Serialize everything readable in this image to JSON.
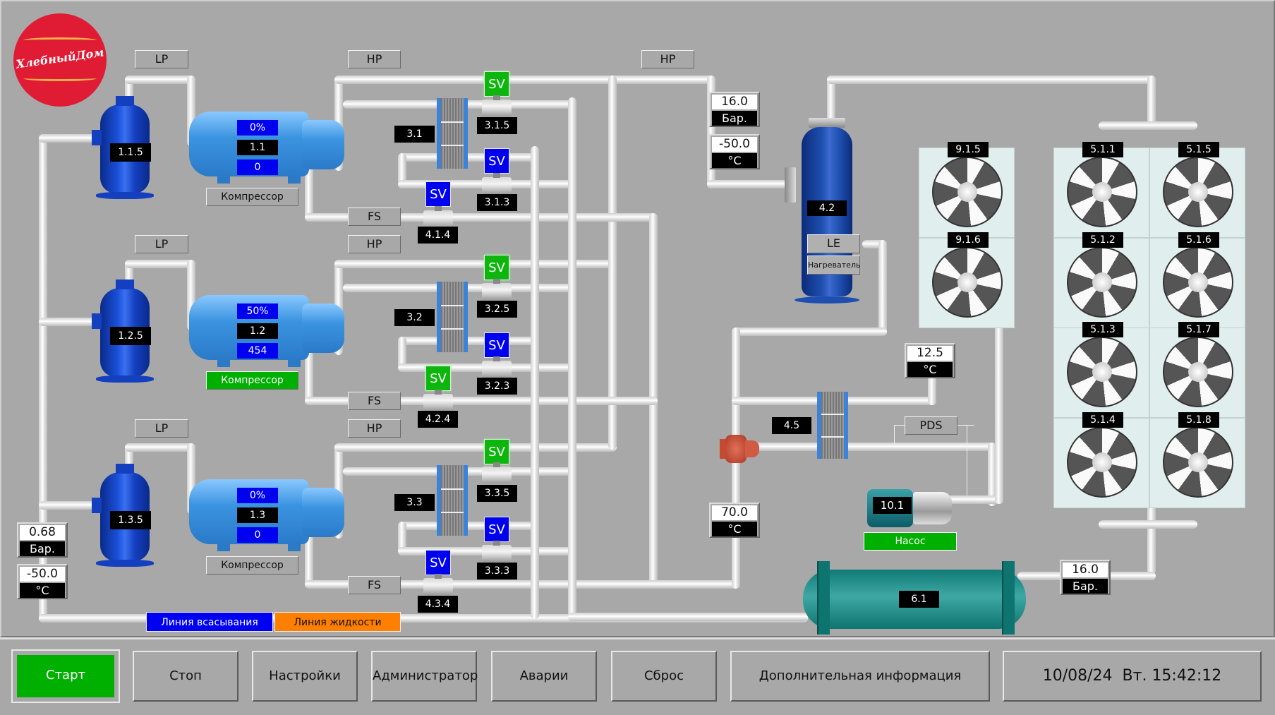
{
  "logo": {
    "text": "ХлебныйДом",
    "color": "#e01c34"
  },
  "colors": {
    "sv_on": "#0db60d",
    "sv_off": "#0000f0",
    "start": "#00b000",
    "suction_line": "#0000f0",
    "liquid_line": "#ff7f00"
  },
  "lines": {
    "lp": "LP",
    "hp": "HP",
    "fs": "FS",
    "pds": "PDS",
    "le": "LE"
  },
  "compressors": [
    {
      "separator": "1.1.5",
      "load": "0%",
      "id": "1.1",
      "value": "0",
      "label": "Компрессор",
      "running": false
    },
    {
      "separator": "1.2.5",
      "load": "50%",
      "id": "1.2",
      "value": "454",
      "label": "Компрессор",
      "running": true
    },
    {
      "separator": "1.3.5",
      "load": "0%",
      "id": "1.3",
      "value": "0",
      "label": "Компрессор",
      "running": false
    }
  ],
  "exchangers": [
    {
      "id": "3.1",
      "sv_top": {
        "label": "SV",
        "state": "on",
        "tag": "3.1.5"
      },
      "sv_mid": {
        "label": "SV",
        "state": "off",
        "tag": "3.1.3"
      },
      "sv_fs": {
        "label": "SV",
        "state": "off",
        "tag": "4.1.4"
      }
    },
    {
      "id": "3.2",
      "sv_top": {
        "label": "SV",
        "state": "on",
        "tag": "3.2.5"
      },
      "sv_mid": {
        "label": "SV",
        "state": "off",
        "tag": "3.2.3"
      },
      "sv_fs": {
        "label": "SV",
        "state": "on",
        "tag": "4.2.4"
      }
    },
    {
      "id": "3.3",
      "sv_top": {
        "label": "SV",
        "state": "on",
        "tag": "3.3.5"
      },
      "sv_mid": {
        "label": "SV",
        "state": "off",
        "tag": "3.3.3"
      },
      "sv_fs": {
        "label": "SV",
        "state": "off",
        "tag": "4.3.4"
      }
    }
  ],
  "meters": {
    "suction_pressure": {
      "value": "0.68",
      "unit": "Бар."
    },
    "suction_temp": {
      "value": "-50.0",
      "unit": "°C"
    },
    "receiver_pressure": {
      "value": "16.0",
      "unit": "Бар."
    },
    "receiver_temp": {
      "value": "-50.0",
      "unit": "°C"
    },
    "water_out_temp": {
      "value": "12.5",
      "unit": "°C"
    },
    "water_in_temp": {
      "value": "70.0",
      "unit": "°C"
    },
    "condenser_pressure": {
      "value": "16.0",
      "unit": "Бар."
    }
  },
  "receiver": {
    "id": "4.2",
    "heater_label": "Нагреватель"
  },
  "plate_hx": {
    "id": "4.5"
  },
  "pump": {
    "id": "10.1",
    "label": "Насос",
    "running": true
  },
  "condenser_vessel": {
    "id": "6.1"
  },
  "fans_left": [
    "9.1.5",
    "9.1.6"
  ],
  "fans_right": [
    "5.1.1",
    "5.1.5",
    "5.1.2",
    "5.1.6",
    "5.1.3",
    "5.1.7",
    "5.1.4",
    "5.1.8"
  ],
  "legend": {
    "suction": "Линия всасывания",
    "liquid": "Линия жидкости"
  },
  "buttons": {
    "start": "Старт",
    "stop": "Стоп",
    "settings": "Настройки",
    "admin": "Администратор",
    "alarms": "Аварии",
    "reset": "Сброс",
    "info": "Дополнительная информация"
  },
  "datetime": "10/08/24  Вт. 15:42:12"
}
